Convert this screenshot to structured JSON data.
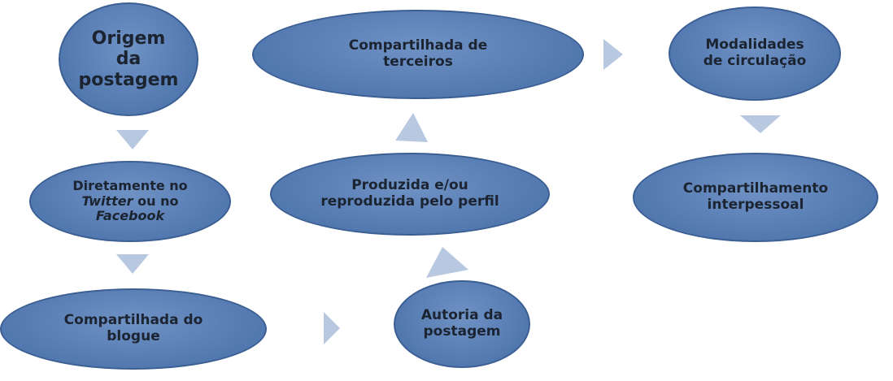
{
  "nodes": {
    "origem": {
      "lines": [
        "Origem",
        "da",
        "postagem"
      ]
    },
    "diretamente": {
      "line1": "Diretamente no",
      "twitter": "Twitter",
      "ou_no": " ou no",
      "facebook": "Facebook"
    },
    "compartilhada_blogue": {
      "lines": [
        "Compartilhada do",
        "blogue"
      ]
    },
    "autoria": {
      "lines": [
        "Autoria da",
        "postagem"
      ]
    },
    "produzida": {
      "lines": [
        "Produzida e/ou",
        "reproduzida pelo perfil"
      ]
    },
    "compartilhada_terceiros": {
      "lines": [
        "Compartilhada de",
        "terceiros"
      ]
    },
    "modalidades": {
      "lines": [
        "Modalidades",
        "de circulação"
      ]
    },
    "interpessoal": {
      "lines": [
        "Compartilhamento",
        "interpessoal"
      ]
    }
  },
  "colors": {
    "node_fill": "#5a7fb8",
    "node_border": "#3c5f93",
    "arrow_fill": "#b8c8e0",
    "text": "#1b2430"
  }
}
